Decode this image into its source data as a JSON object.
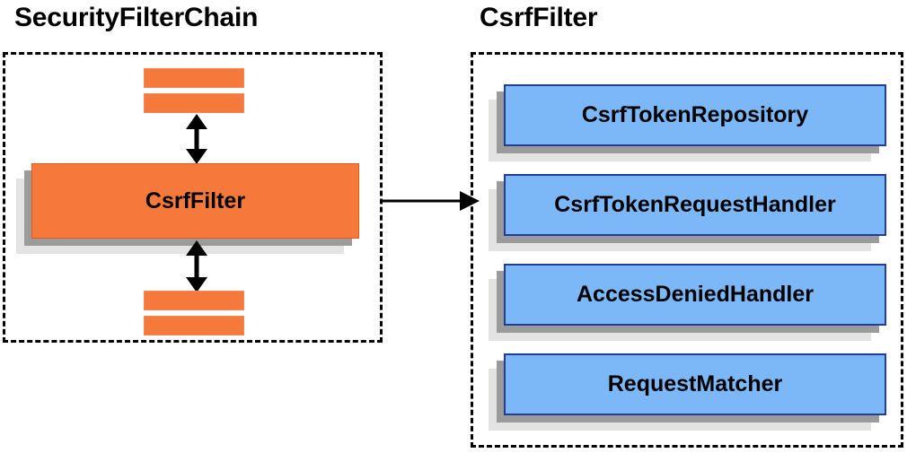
{
  "diagram": {
    "type": "component-relationship-diagram",
    "background_color": "#ffffff"
  },
  "left_panel": {
    "title": "SecurityFilterChain",
    "container_style": "dashed-border",
    "main_component": {
      "label": "CsrfFilter",
      "color": "#f4793b"
    },
    "filters_above": [
      {
        "label": "",
        "color": "#f4793b"
      },
      {
        "label": "",
        "color": "#f4793b"
      }
    ],
    "filters_below": [
      {
        "label": "",
        "color": "#f4793b"
      },
      {
        "label": "",
        "color": "#f4793b"
      }
    ],
    "connector_above": "double-headed-vertical-arrow",
    "connector_below": "double-headed-vertical-arrow"
  },
  "connector": {
    "from": "SecurityFilterChain.CsrfFilter",
    "to": "CsrfFilter",
    "style": "single-headed-horizontal-arrow",
    "color": "#000000"
  },
  "right_panel": {
    "title": "CsrfFilter",
    "container_style": "dashed-border",
    "collaborators": [
      {
        "label": "CsrfTokenRepository",
        "color": "#7cb8f7"
      },
      {
        "label": "CsrfTokenRequestHandler",
        "color": "#7cb8f7"
      },
      {
        "label": "AccessDeniedHandler",
        "color": "#7cb8f7"
      },
      {
        "label": "RequestMatcher",
        "color": "#7cb8f7"
      }
    ]
  },
  "colors": {
    "orange_fill": "#f4793b",
    "orange_border": "#e05a1a",
    "blue_fill": "#7cb8f7",
    "blue_border": "#1f3d99",
    "shadow_dark": "#9b9b9b",
    "shadow_light": "#e3e3e3",
    "outline": "#000000"
  }
}
